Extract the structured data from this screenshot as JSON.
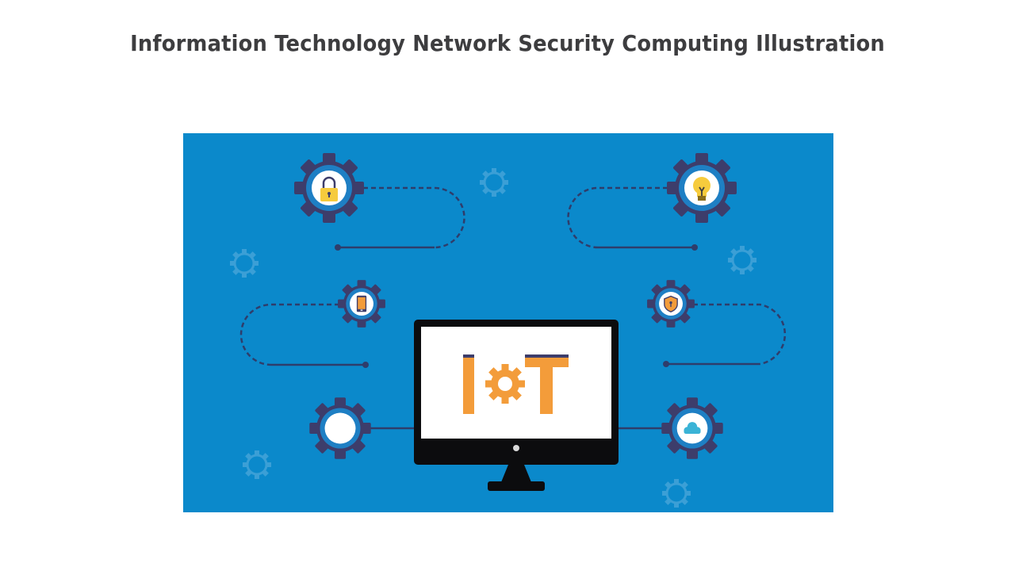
{
  "title": "Information Technology Network Security Computing Illustration",
  "illustration": {
    "background_color": "#0b89cb",
    "gear_color": "#3d3d6b",
    "gear_ring_color": "#1e7fc4",
    "accent_orange": "#f39c3a",
    "accent_yellow": "#f6cb3d",
    "cloud_color": "#3ab3d6",
    "monitor": {
      "frame_color": "#0c0c0e",
      "screen_color": "#ffffff",
      "screen_text": "IoT"
    },
    "nodes": [
      {
        "position": "top-left",
        "icon": "padlock-icon"
      },
      {
        "position": "top-right",
        "icon": "lightbulb-icon"
      },
      {
        "position": "middle-left",
        "icon": "smartphone-icon"
      },
      {
        "position": "middle-right",
        "icon": "shield-lock-icon"
      },
      {
        "position": "bottom-left",
        "icon": "blank-circle-icon"
      },
      {
        "position": "bottom-right",
        "icon": "cloud-icon"
      }
    ]
  }
}
